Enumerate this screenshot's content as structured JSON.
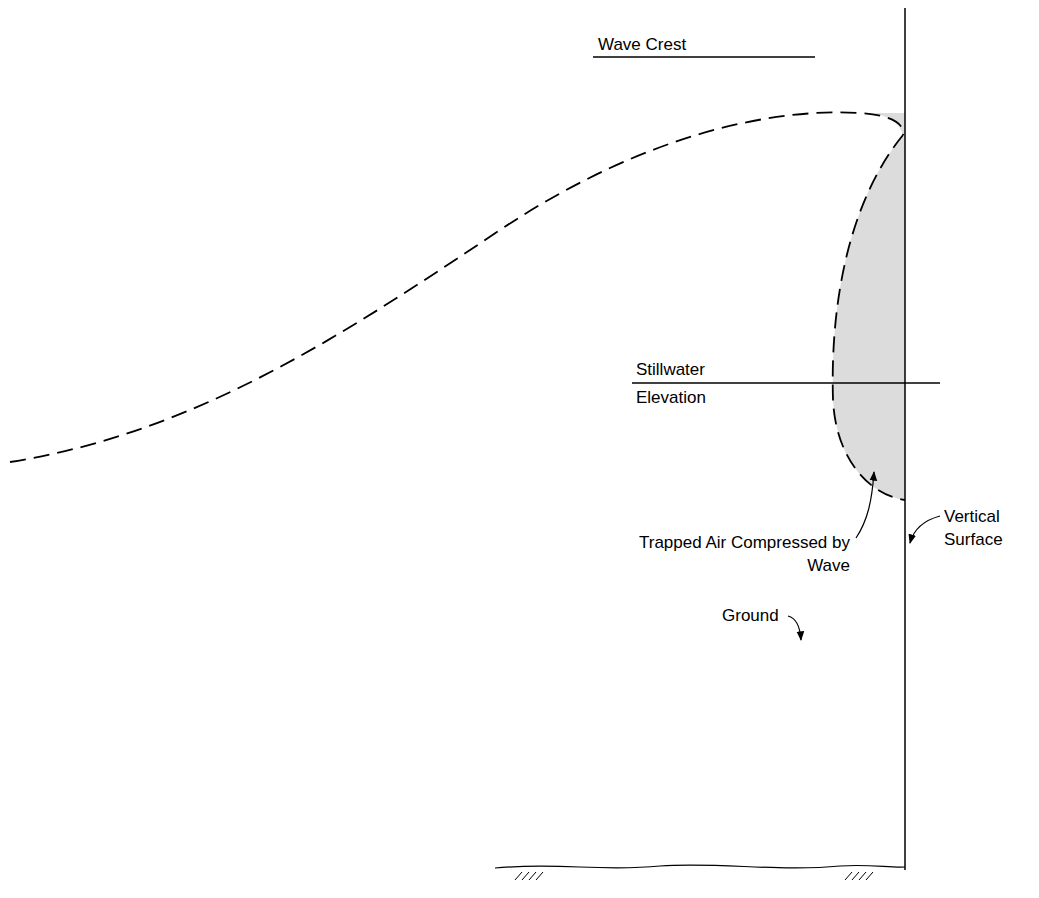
{
  "diagram": {
    "labels": [
      "Wave Crest",
      "Stillwater Elevation",
      "Trapped Air Compressed by Wave",
      "Vertical Surface",
      "Ground"
    ]
  }
}
